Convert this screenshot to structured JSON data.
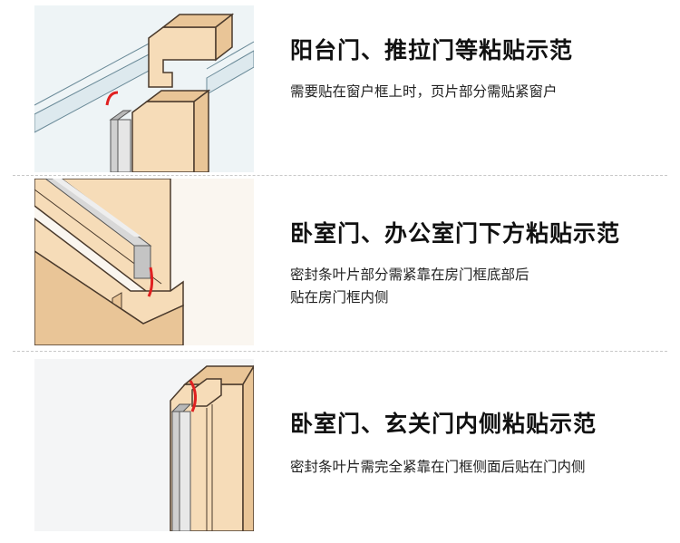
{
  "sections": [
    {
      "title": "阳台门、推拉门等粘贴示范",
      "description": [
        "需要贴在窗户框上时，页片部分需贴紧窗户"
      ]
    },
    {
      "title": "卧室门、办公室门下方粘贴示范",
      "description": [
        "密封条叶片部分需紧靠在房门框底部后",
        "贴在房门框内侧"
      ]
    },
    {
      "title": "卧室门、玄关门内侧粘贴示范",
      "description": [
        "密封条叶片需完全紧靠在门框侧面后贴在门内侧"
      ]
    }
  ],
  "colors": {
    "wood": "#f6dcb8",
    "wood_dark": "#e9c597",
    "outline": "#4a3a2c",
    "seal": "#c8c8c8",
    "adhesive": "#e02020",
    "glass": "#e4eef2"
  },
  "images": [
    "door-frame-with-glass-and-seal-illustration",
    "door-bottom-seal-illustration",
    "door-side-seal-illustration"
  ]
}
